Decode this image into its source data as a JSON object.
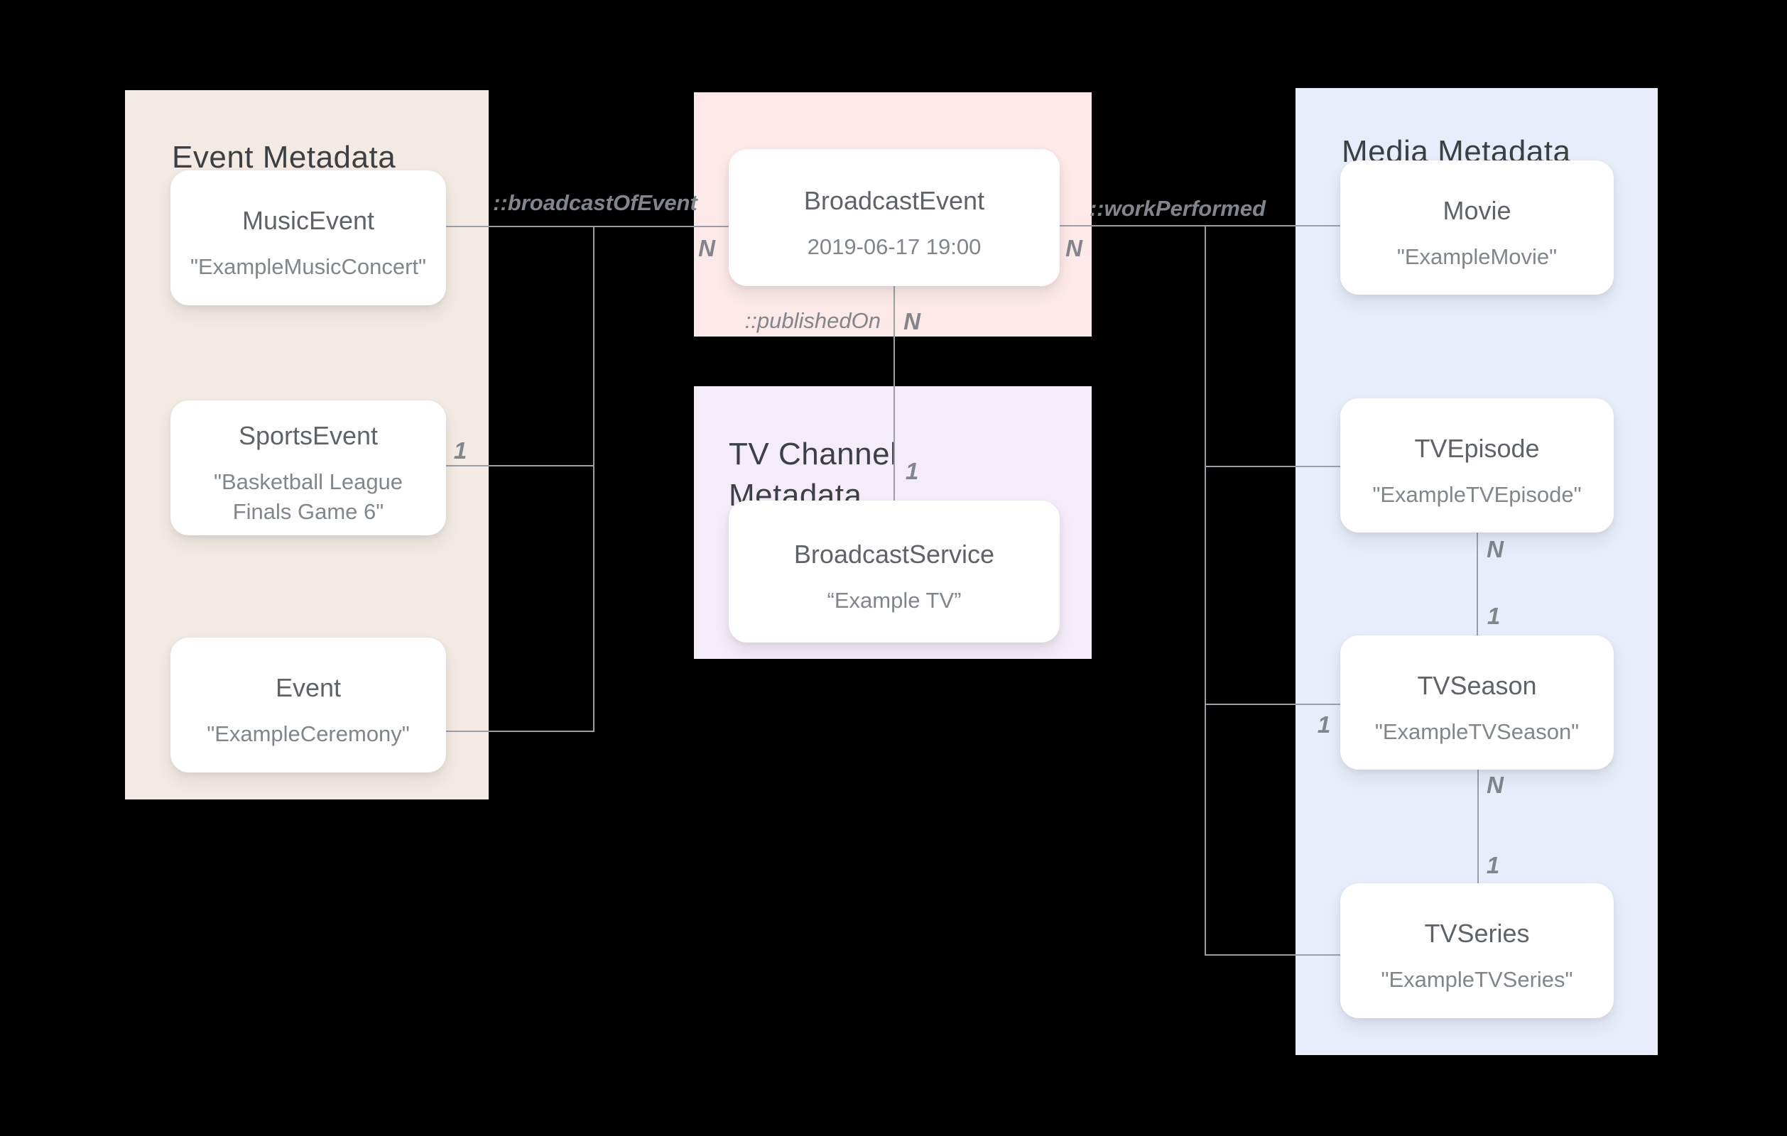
{
  "colors": {
    "background": "#000000",
    "event_panel": "#f3ebe3",
    "broadcast_panel": "#fce9e8",
    "tv_channel_panel": "#f5ecfa",
    "media_panel": "#e8edfb",
    "card": "#ffffff",
    "panel_title": "#3c4043",
    "card_title": "#5f6368",
    "card_subtitle": "#80868b",
    "connector": "#9aa0a6",
    "edge_label": "#80868b"
  },
  "panels": {
    "event": {
      "title": "Event Metadata"
    },
    "tv_channel": {
      "title": "TV Channel Metadata"
    },
    "media": {
      "title": "Media Metadata"
    }
  },
  "nodes": {
    "music_event": {
      "title": "MusicEvent",
      "subtitle": "\"ExampleMusicConcert\""
    },
    "sports_event": {
      "title": "SportsEvent",
      "subtitle": "\"Basketball League Finals Game 6\""
    },
    "event": {
      "title": "Event",
      "subtitle": "\"ExampleCeremony\""
    },
    "broadcast_event": {
      "title": "BroadcastEvent",
      "subtitle": "2019-06-17 19:00"
    },
    "broadcast_service": {
      "title": "BroadcastService",
      "subtitle": "“Example TV”"
    },
    "movie": {
      "title": "Movie",
      "subtitle": "\"ExampleMovie\""
    },
    "tv_episode": {
      "title": "TVEpisode",
      "subtitle": "\"ExampleTVEpisode\""
    },
    "tv_season": {
      "title": "TVSeason",
      "subtitle": "\"ExampleTVSeason\""
    },
    "tv_series": {
      "title": "TVSeries",
      "subtitle": "\"ExampleTVSeries\""
    }
  },
  "relations": {
    "broadcast_of_event": "::broadcastOfEvent",
    "work_performed": "::workPerformed",
    "published_on": "::publishedOn"
  },
  "cardinalities": {
    "broadcast_event_left": "N",
    "sports_event": "1",
    "broadcast_event_right": "N",
    "published_on_event_side": "N",
    "published_on_service_side": "1",
    "episode_side": "N",
    "season_top_side": "1",
    "season_bottom_side": "N",
    "series_side": "1",
    "season_left": "1"
  }
}
